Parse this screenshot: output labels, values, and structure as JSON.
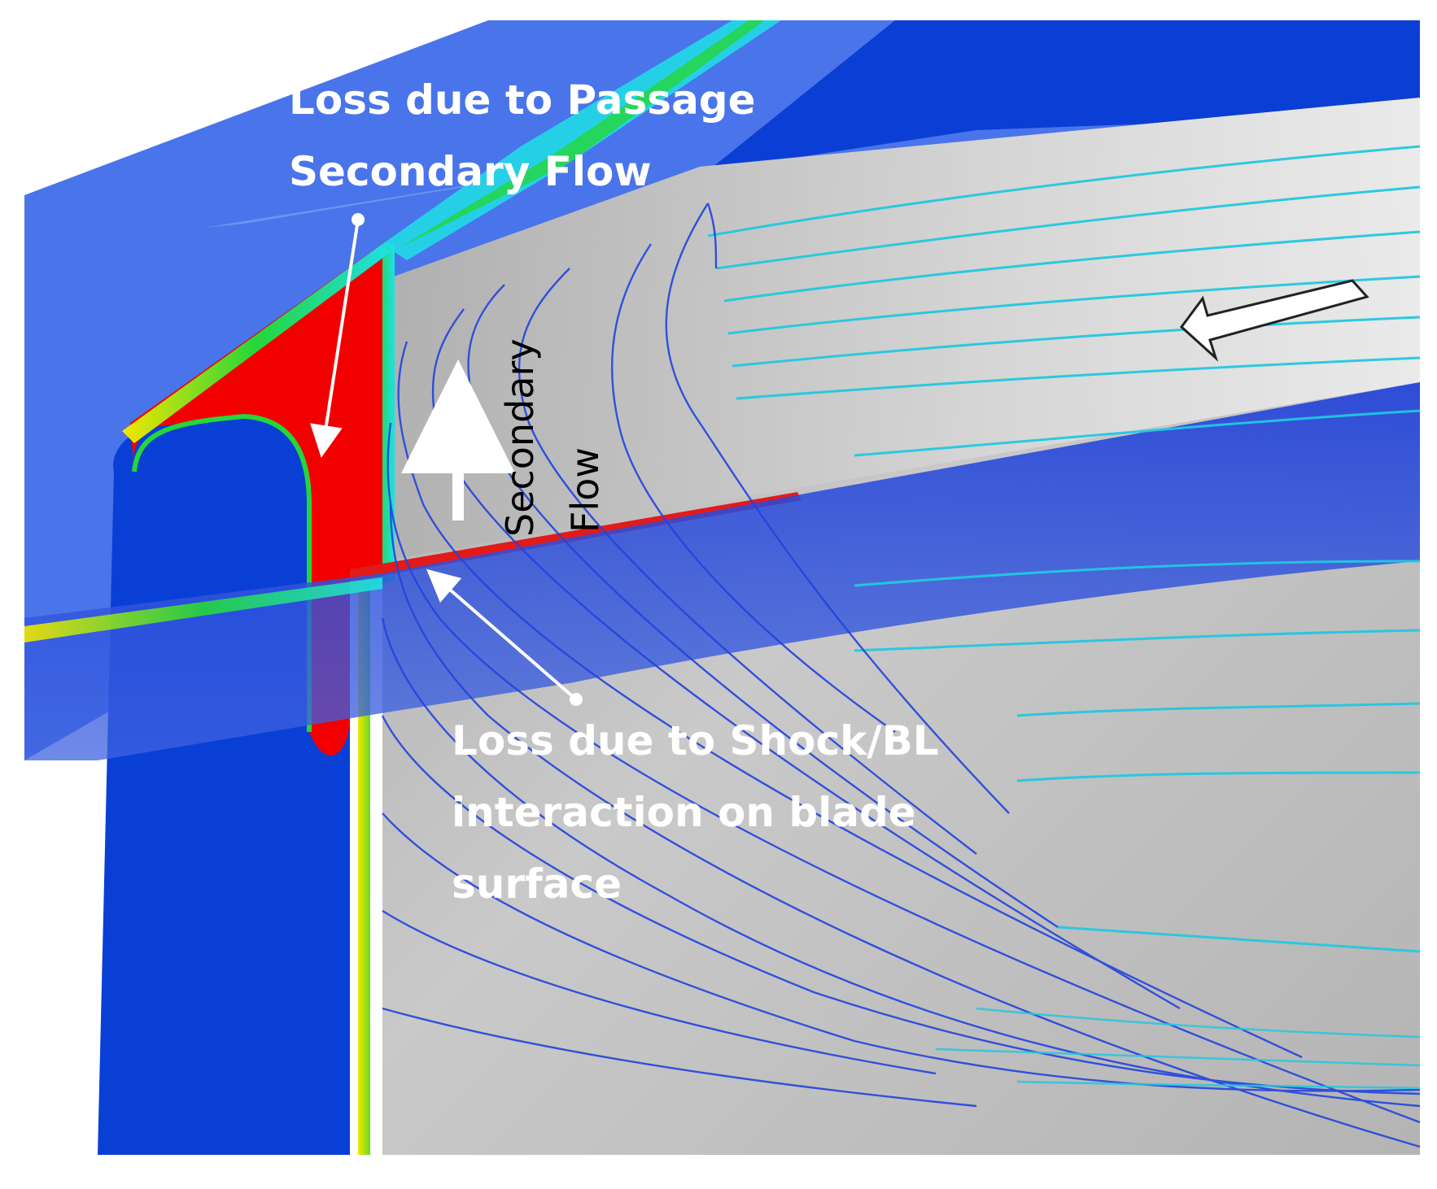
{
  "labels": {
    "passage_loss": [
      "Loss due to Passage",
      "Secondary Flow"
    ],
    "secondary_flow": [
      "Secondary",
      "Flow"
    ],
    "shock_loss": [
      "Loss due to Shock/BL",
      "interaction on blade",
      "surface"
    ]
  },
  "colors": {
    "background": "#ffffff",
    "endwall_blue": "#4a74ea",
    "deep_blue": "#0a3fd6",
    "blade_grey": "#bdbdbd",
    "loss_red": "#f20000",
    "contour_yellow": "#f5e600",
    "contour_green": "#25d63a",
    "contour_cyan": "#1ee0e6",
    "streamline_blue": "#2244dd",
    "streamline_cyan": "#22c8e0"
  }
}
